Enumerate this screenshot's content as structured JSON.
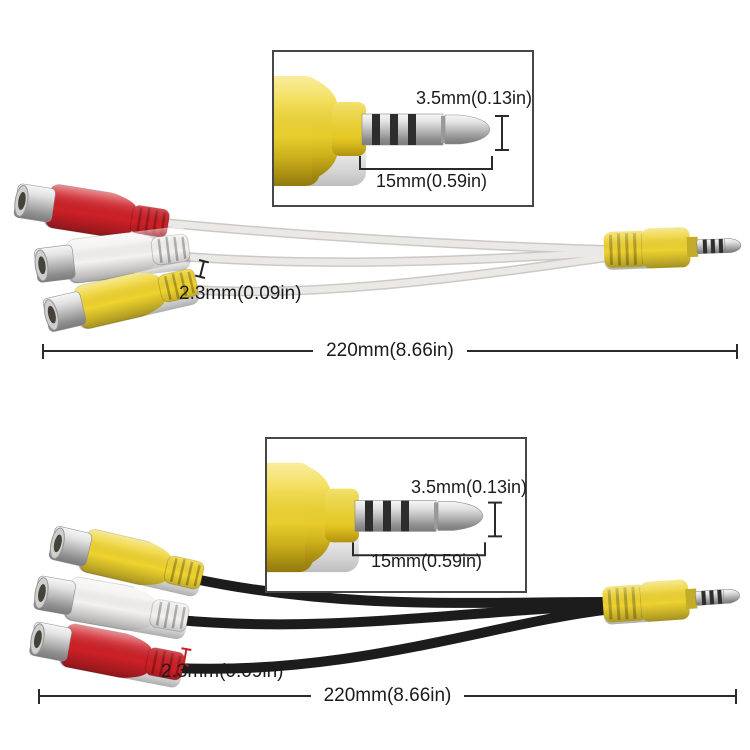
{
  "page": {
    "background": "#ffffff"
  },
  "colors": {
    "rca_red": "#ce2027",
    "rca_white": "#f3f2f0",
    "rca_yellow": "#efd32e",
    "boot_yellow": "#eed231",
    "cable_white": "#eae8e5",
    "cable_black": "#1c1c1c",
    "marker_red": "#c42222",
    "annotation": "#1b1b1b",
    "metal_silver": "#c0c0c0"
  },
  "sections": [
    {
      "variant": "white-cable-adapter",
      "rca_colors_top_to_bottom": [
        "red",
        "white",
        "yellow"
      ],
      "inset": {
        "plug_diameter_label": "3.5mm(0.13in)",
        "plug_length_label": "15mm(0.59in)"
      },
      "cable_diameter_label": "2.3mm(0.09in)",
      "total_length_label": "220mm(8.66in)"
    },
    {
      "variant": "black-cable-adapter",
      "rca_colors_top_to_bottom": [
        "yellow",
        "white",
        "red"
      ],
      "inset": {
        "plug_diameter_label": "3.5mm(0.13in)",
        "plug_length_label": "15mm(0.59in)"
      },
      "cable_diameter_label": "2.3mm(0.09in)",
      "total_length_label": "220mm(8.66in)"
    }
  ]
}
